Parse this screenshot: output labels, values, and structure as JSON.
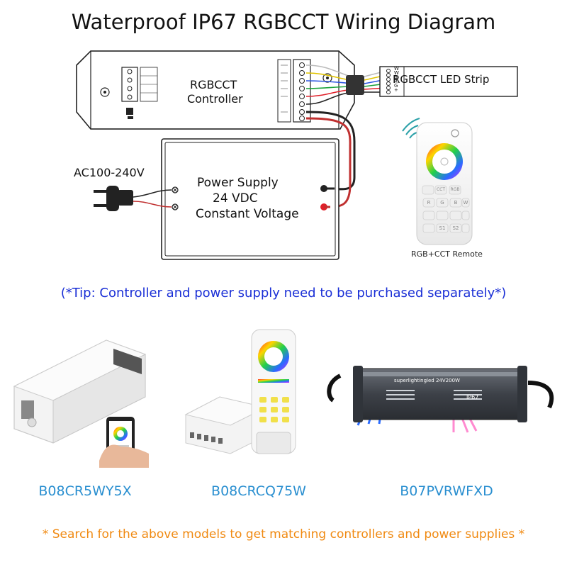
{
  "title": "Waterproof IP67 RGBCCT Wiring Diagram",
  "diagram": {
    "controller_label_line1": "RGBCCT",
    "controller_label_line2": "Controller",
    "strip_label": "RGBCCT LED Strip",
    "strip_pins": [
      "W",
      "W",
      "B",
      "R",
      "G",
      "+"
    ],
    "ac_label": "AC100-240V",
    "psu_line1": "Power Supply",
    "psu_line2": "24 VDC",
    "psu_line3": "Constant Voltage",
    "remote_label": "RGB+CCT Remote",
    "remote_buttons": [
      "CCT",
      "RGB",
      "R",
      "G",
      "B",
      "W",
      "S1",
      "S2"
    ]
  },
  "tip": "(*Tip: Controller and power supply need to be purchased separately*)",
  "products": [
    {
      "code": "B08CR5WY5X"
    },
    {
      "code": "B08CRCQ75W"
    },
    {
      "code": "B07PVRWFXD"
    }
  ],
  "psu_brand": "superlightingled 24V200W",
  "psu_rating": "IP67",
  "search_note": "* Search for the above models to get matching controllers and power supplies *",
  "colors": {
    "tip": "#1a2fd6",
    "codes": "#2a8fd0",
    "search_note": "#f08a12",
    "wire_red": "#e0202a",
    "wire_black": "#222222"
  }
}
